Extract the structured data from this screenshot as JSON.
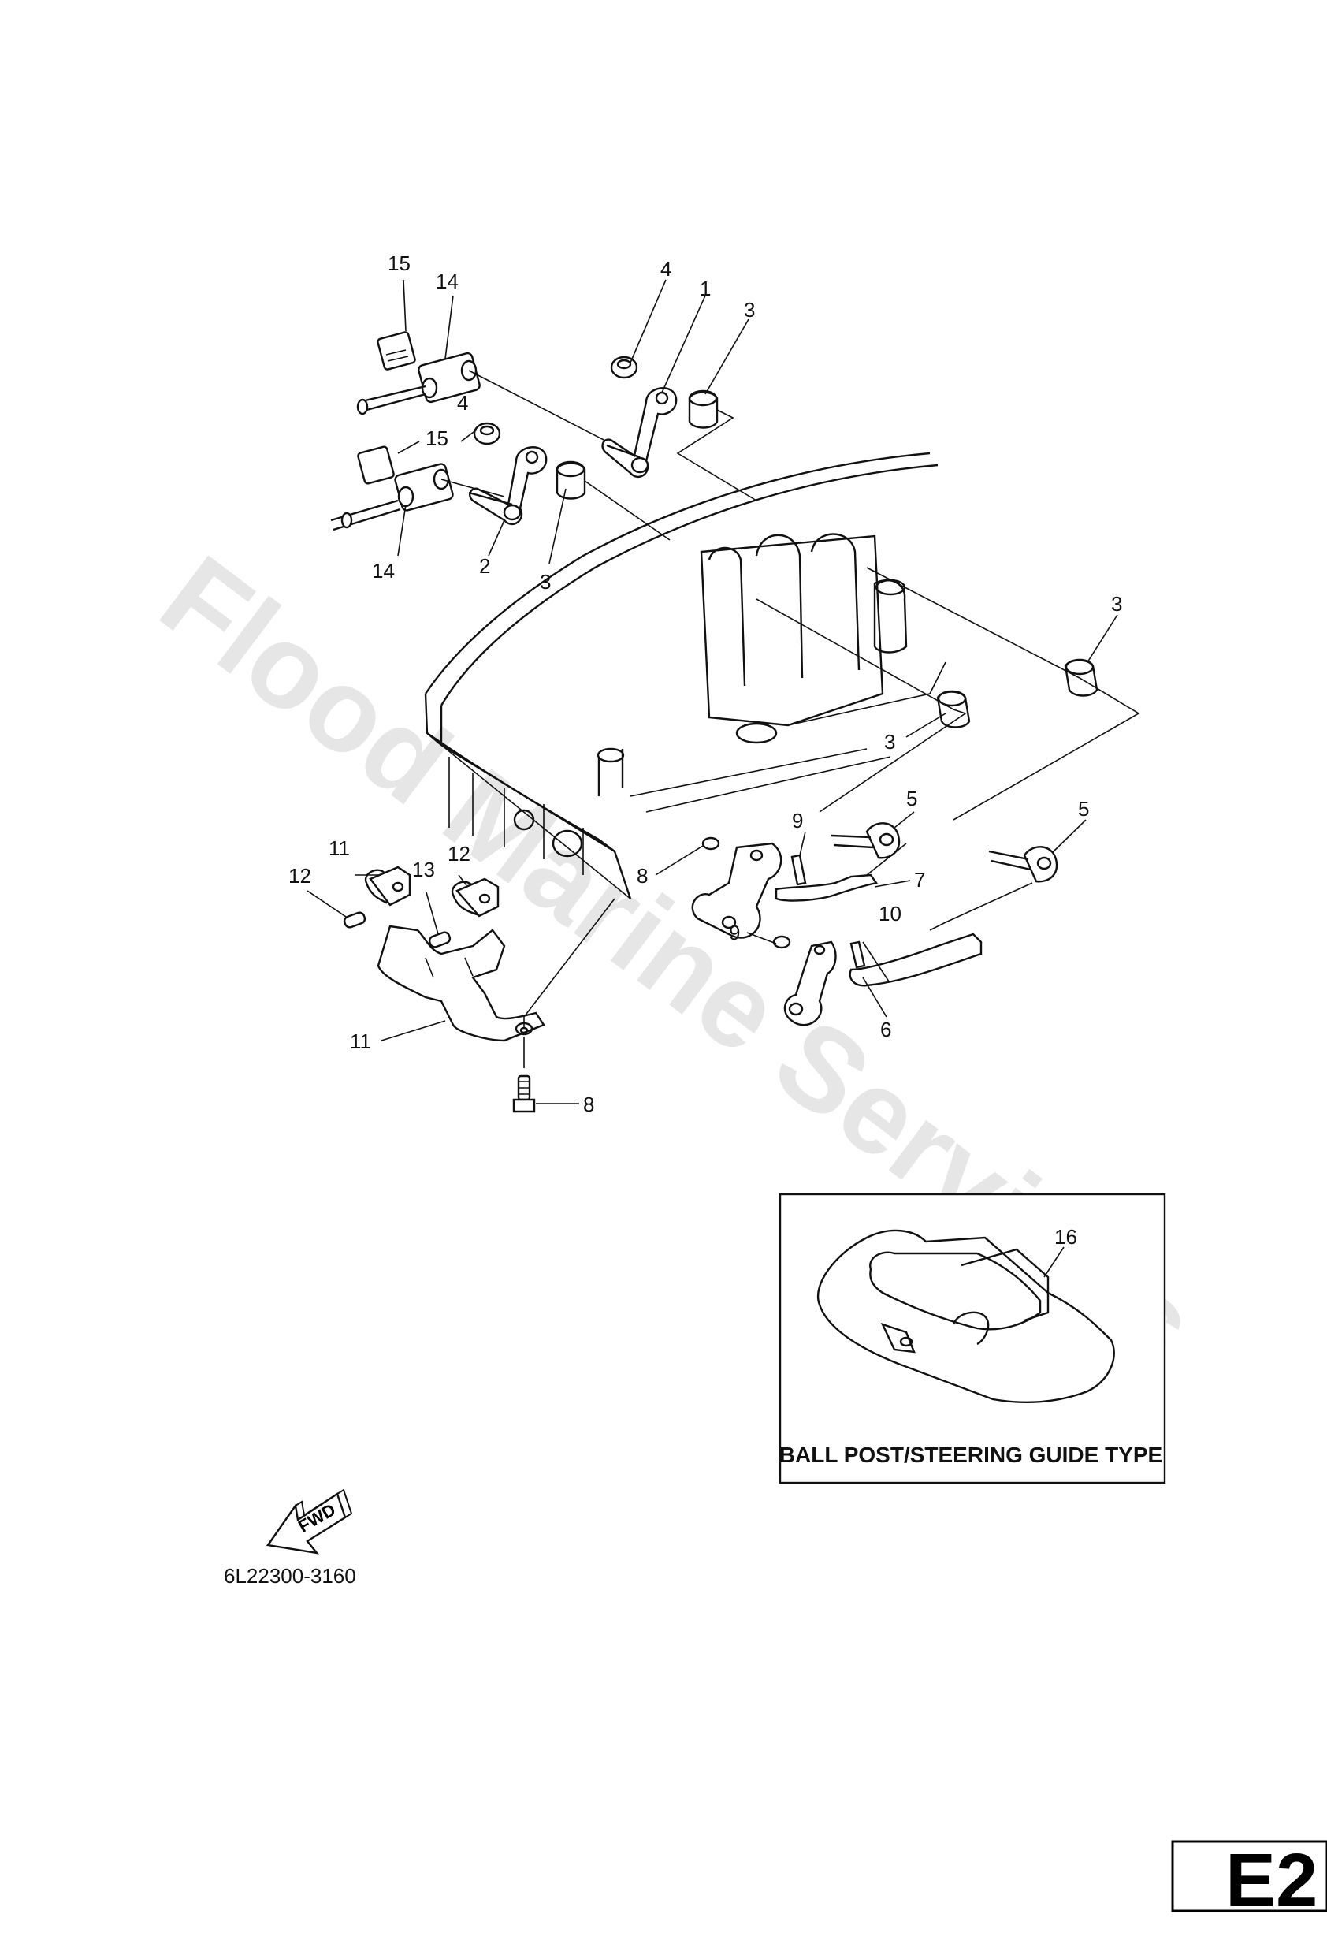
{
  "watermark": "Flood Marine Services",
  "callouts": [
    {
      "key": "c1",
      "text": "1"
    },
    {
      "key": "c2",
      "text": "2"
    },
    {
      "key": "c3a",
      "text": "3"
    },
    {
      "key": "c3b",
      "text": "3"
    },
    {
      "key": "c3c",
      "text": "3"
    },
    {
      "key": "c3d",
      "text": "3"
    },
    {
      "key": "c4a",
      "text": "4"
    },
    {
      "key": "c4b",
      "text": "4"
    },
    {
      "key": "c5a",
      "text": "5"
    },
    {
      "key": "c5b",
      "text": "5"
    },
    {
      "key": "c6",
      "text": "6"
    },
    {
      "key": "c7",
      "text": "7"
    },
    {
      "key": "c8a",
      "text": "8"
    },
    {
      "key": "c8b",
      "text": "8"
    },
    {
      "key": "c9a",
      "text": "9"
    },
    {
      "key": "c9b",
      "text": "9"
    },
    {
      "key": "c10",
      "text": "10"
    },
    {
      "key": "c11a",
      "text": "11"
    },
    {
      "key": "c11b",
      "text": "11"
    },
    {
      "key": "c12a",
      "text": "12"
    },
    {
      "key": "c12b",
      "text": "12"
    },
    {
      "key": "c13",
      "text": "13"
    },
    {
      "key": "c14a",
      "text": "14"
    },
    {
      "key": "c14b",
      "text": "14"
    },
    {
      "key": "c15a",
      "text": "15"
    },
    {
      "key": "c15b",
      "text": "15"
    },
    {
      "key": "c16",
      "text": "16"
    }
  ],
  "inset": {
    "caption": "BALL POST/STEERING GUIDE TYPE"
  },
  "fwd_label": "FWD",
  "drawing_number": "6L22300-3160",
  "page_tag": "E2"
}
